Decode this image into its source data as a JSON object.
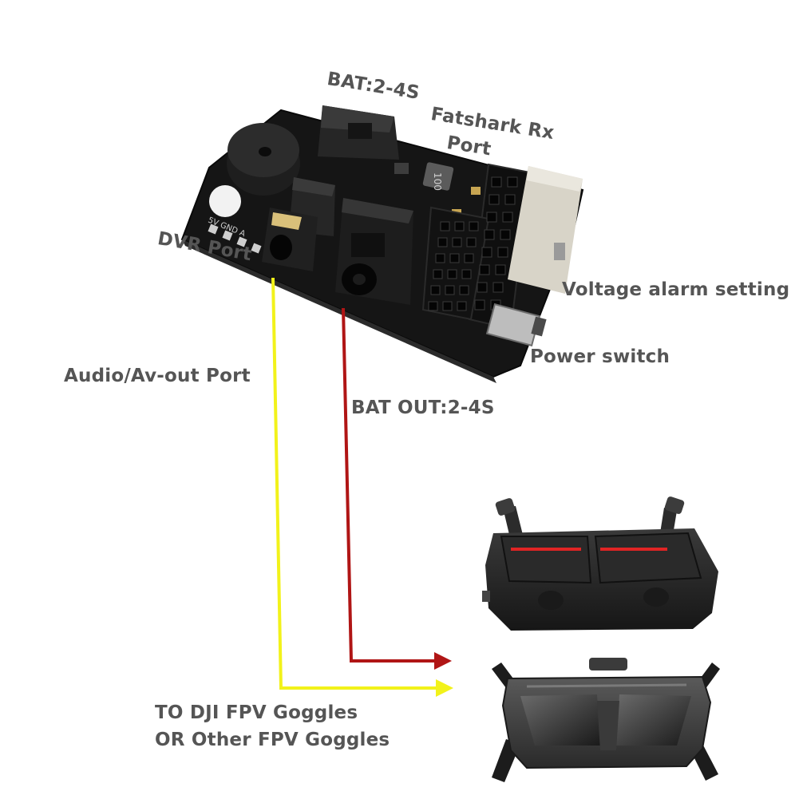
{
  "labels": {
    "bat_in": "BAT:2-4S",
    "fatshark_line1": "Fatshark Rx",
    "fatshark_line2": "Port",
    "dvr_port": "DVR Port",
    "voltage_alarm": "Voltage alarm setting",
    "power_switch": "Power switch",
    "audio_av_out": "Audio/Av-out Port",
    "bat_out": "BAT OUT:2-4S",
    "to_goggles_line1": "TO DJI FPV Goggles",
    "to_goggles_line2": "OR Other FPV Goggles"
  },
  "pcb_silkscreen": {
    "pins": "5V GND A",
    "inductor": "100"
  },
  "colors": {
    "text": "#555555",
    "av_wire": "#f2f21a",
    "bat_wire": "#b01515",
    "pcb": "#151515"
  },
  "icons": {
    "board": "fpv-power-board",
    "goggles_top": "dji-fpv-goggles-v1",
    "goggles_bottom": "dji-fpv-goggles-v2"
  }
}
